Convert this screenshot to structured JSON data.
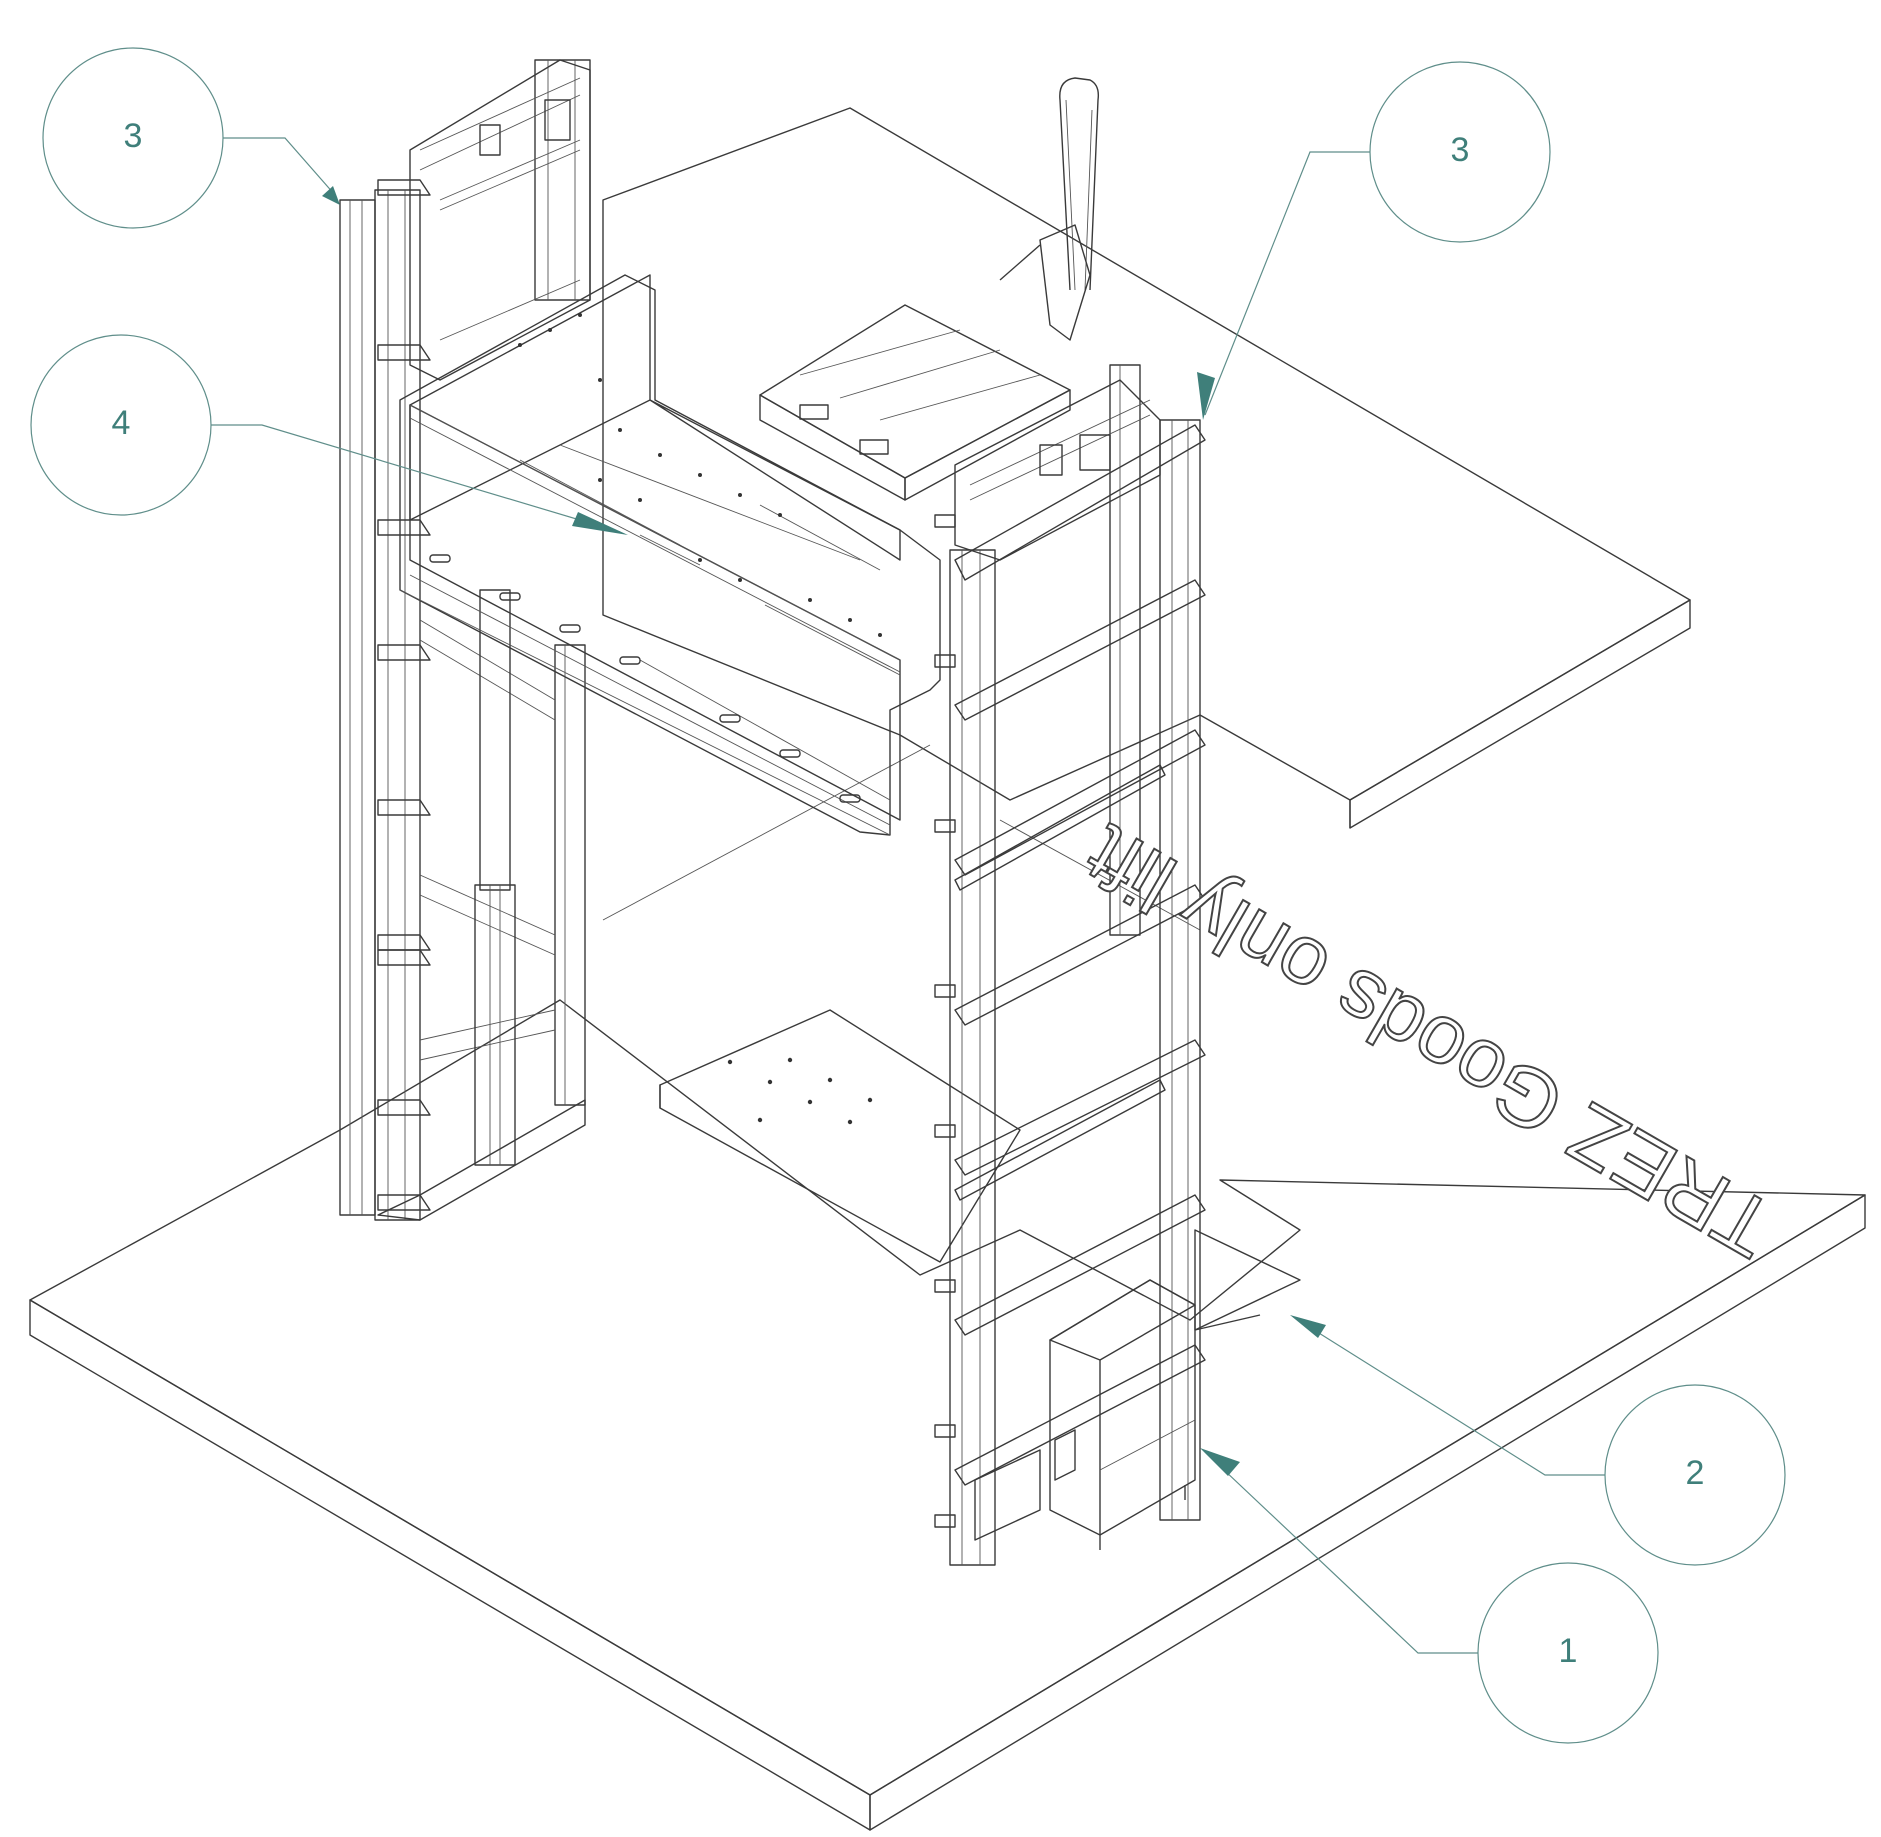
{
  "figure": {
    "floor_engraving": "TREZ Goods only lift"
  },
  "callouts": [
    {
      "id": "callout-3-left",
      "number": "3"
    },
    {
      "id": "callout-4",
      "number": "4"
    },
    {
      "id": "callout-3-right",
      "number": "3"
    },
    {
      "id": "callout-2",
      "number": "2"
    },
    {
      "id": "callout-1",
      "number": "1"
    }
  ],
  "colors": {
    "line": "#3a3a3a",
    "callout": "#5f8e8a",
    "callout_text": "#3f7f7a"
  }
}
